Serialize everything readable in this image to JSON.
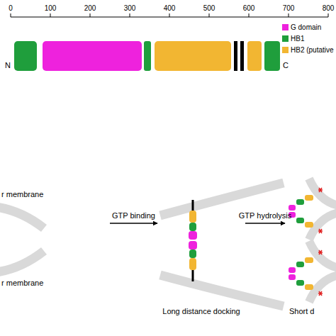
{
  "diagram": {
    "nodes": [
      {
        "text": [
          "r membrane",
          "r membrane"
        ]
      },
      {
        "text": [
          "Long distance docking"
        ]
      },
      {
        "text": [
          "Short d"
        ]
      }
    ],
    "edges": [
      {
        "from": 0,
        "to": 1,
        "label": "GTP binding",
        "arrow": "to"
      },
      {
        "from": 1,
        "to": 2,
        "label": "GTP hydrolysis",
        "arrow": "to"
      }
    ],
    "labels": [
      "0",
      "100",
      "200",
      "300",
      "400",
      "500",
      "600",
      "700",
      "800",
      "N",
      "C"
    ],
    "legend": [
      {
        "text": "G domain",
        "color": "#ee22dd"
      },
      {
        "text": "HB1",
        "color": "#1f9e3c"
      },
      {
        "text": "HB2 (putative",
        "color": "#f2b632"
      }
    ]
  }
}
